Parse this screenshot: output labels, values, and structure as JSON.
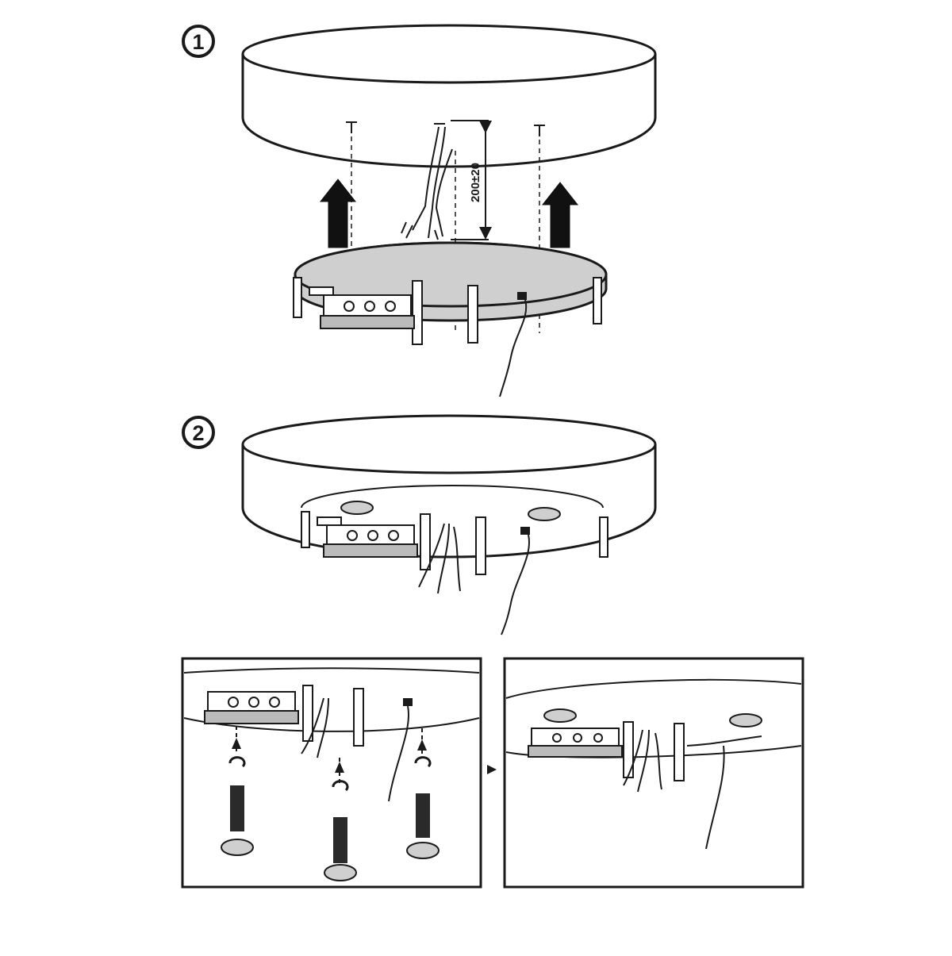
{
  "steps": [
    {
      "number": "1"
    },
    {
      "number": "2"
    }
  ],
  "dimension": {
    "label": "200±20"
  },
  "colors": {
    "line": "#1a1a1a",
    "plate_fill": "#cfcfcf",
    "arrow_fill": "#111111",
    "background": "#ffffff"
  }
}
